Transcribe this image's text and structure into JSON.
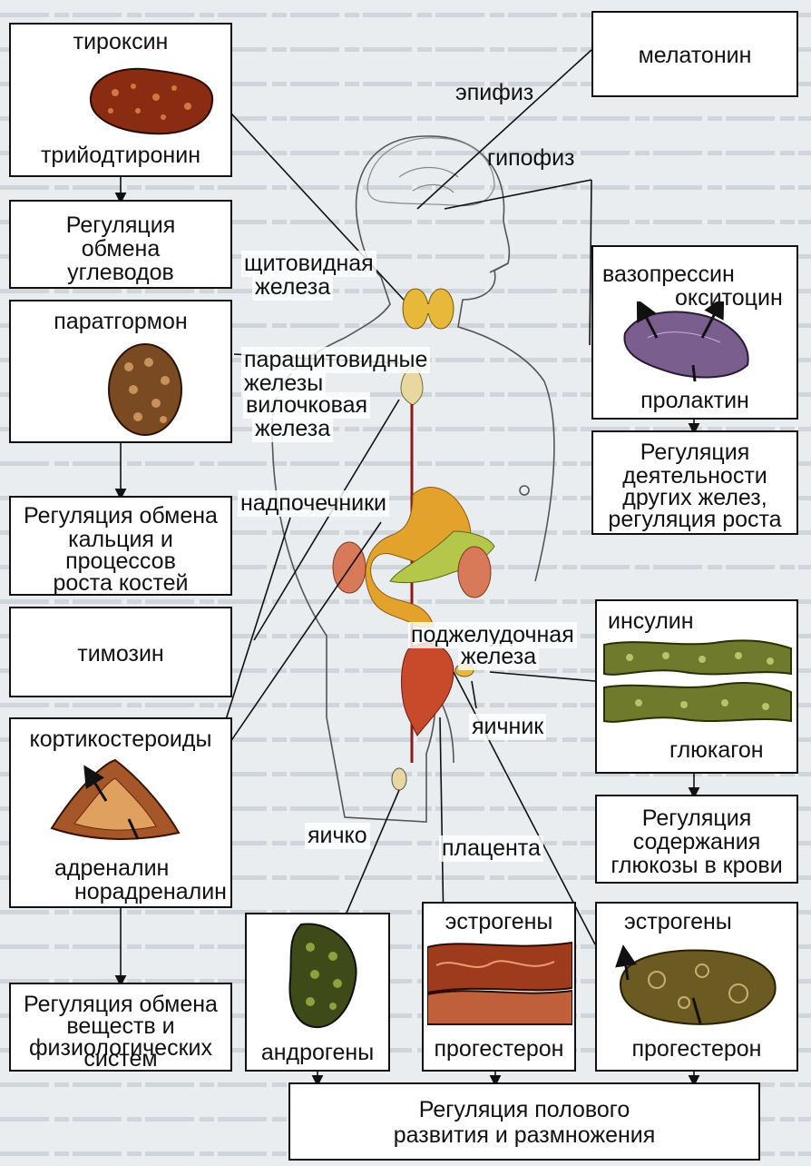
{
  "colors": {
    "thyroid_tissue": "#8a2c12",
    "parathyroid_tissue": "#7a4a22",
    "pituitary": "#7a5f8e",
    "pancreas": "#6f7a2c",
    "adrenal": "#a5572a",
    "testis": "#3e4a18",
    "placenta": "#9e3b1c",
    "ovary": "#6b5a22",
    "stomach": "#e3a22c",
    "gland_yellow": "#e8b83a",
    "kidney": "#d87a5a"
  },
  "boxes": {
    "thyroid": {
      "top": "тироксин",
      "bottom": "трийодтиронин"
    },
    "carbohydrates": {
      "lines": [
        "Регуляция",
        "обмена",
        "углеводов"
      ]
    },
    "parathyroid": {
      "top": "паратгормон"
    },
    "calcium": {
      "lines": [
        "Регуляция обмена",
        "кальция и",
        "процессов",
        "роста костей"
      ]
    },
    "thymus": {
      "label": "тимозин"
    },
    "adrenal": {
      "top": "кортикостероиды",
      "bottom1": "адреналин",
      "bottom2": "норадреналин"
    },
    "metabolism": {
      "lines": [
        "Регуляция обмена",
        "веществ и",
        "физиологических",
        "систем"
      ]
    },
    "melatonin": {
      "label": "мелатонин"
    },
    "pituitary": {
      "top1": "вазопрессин",
      "top2": "окситоцин",
      "bottom": "пролактин"
    },
    "other_glands": {
      "lines": [
        "Регуляция",
        "деятельности",
        "других желез,",
        "регуляция роста"
      ]
    },
    "pancreas": {
      "top": "инсулин",
      "bottom": "глюкагон"
    },
    "glucose": {
      "lines": [
        "Регуляция",
        "содержания",
        "глюкозы в крови"
      ]
    },
    "testis": {
      "bottom": "андрогены"
    },
    "placenta": {
      "top": "эстрогены",
      "bottom": "прогестерон"
    },
    "ovary": {
      "top": "эстрогены",
      "bottom": "прогестерон"
    },
    "reproduction": {
      "lines": [
        "Регуляция полового",
        "развития и размножения"
      ]
    }
  },
  "labels": {
    "epiphysis": "эпифиз",
    "hypophysis": "гипофиз",
    "thyroid_gland": [
      "щитовидная",
      "железа"
    ],
    "parathyroid_glands": [
      "паращитовидные",
      "железы"
    ],
    "thymus_gland": [
      "вилочковая",
      "железа"
    ],
    "adrenal_glands": "надпочечники",
    "pancreas_gland": [
      "поджелудочная",
      "железа"
    ],
    "ovary": "яичник",
    "testis": "яичко",
    "placenta": "плацента"
  }
}
